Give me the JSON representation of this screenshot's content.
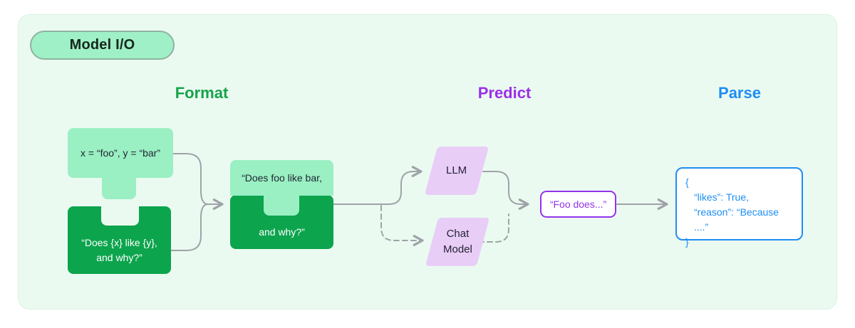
{
  "badge": {
    "label": "Model I/O"
  },
  "headers": {
    "format": "Format",
    "predict": "Predict",
    "parse": "Parse"
  },
  "format": {
    "values_piece_text": "x = “foo”, y = “bar”",
    "template_piece_line1": "“Does {x} like {y},",
    "template_piece_line2": "and why?”",
    "prompt_piece_line1": "“Does foo like bar,",
    "prompt_piece_line2": "and why?”"
  },
  "predict": {
    "llm_label": "LLM",
    "chat_model_line1": "Chat",
    "chat_model_line2": "Model",
    "output_text": "“Foo does...”"
  },
  "parse": {
    "lines": [
      "{",
      "“likes”: True,",
      "“reason”: “Because ....”",
      "}"
    ]
  },
  "colors": {
    "panel_bg": "#ebfaf1",
    "mint_light": "#9aefc3",
    "green_dark": "#0ca44d",
    "badge_bg": "#9ff0c7",
    "format_green": "#17a34a",
    "predict_purple": "#9b2fe9",
    "parse_blue": "#1c8ef4",
    "lavender": "#e8cdf7",
    "output_purple": "#9233ea",
    "arrow_gray": "#9ea3a8"
  }
}
